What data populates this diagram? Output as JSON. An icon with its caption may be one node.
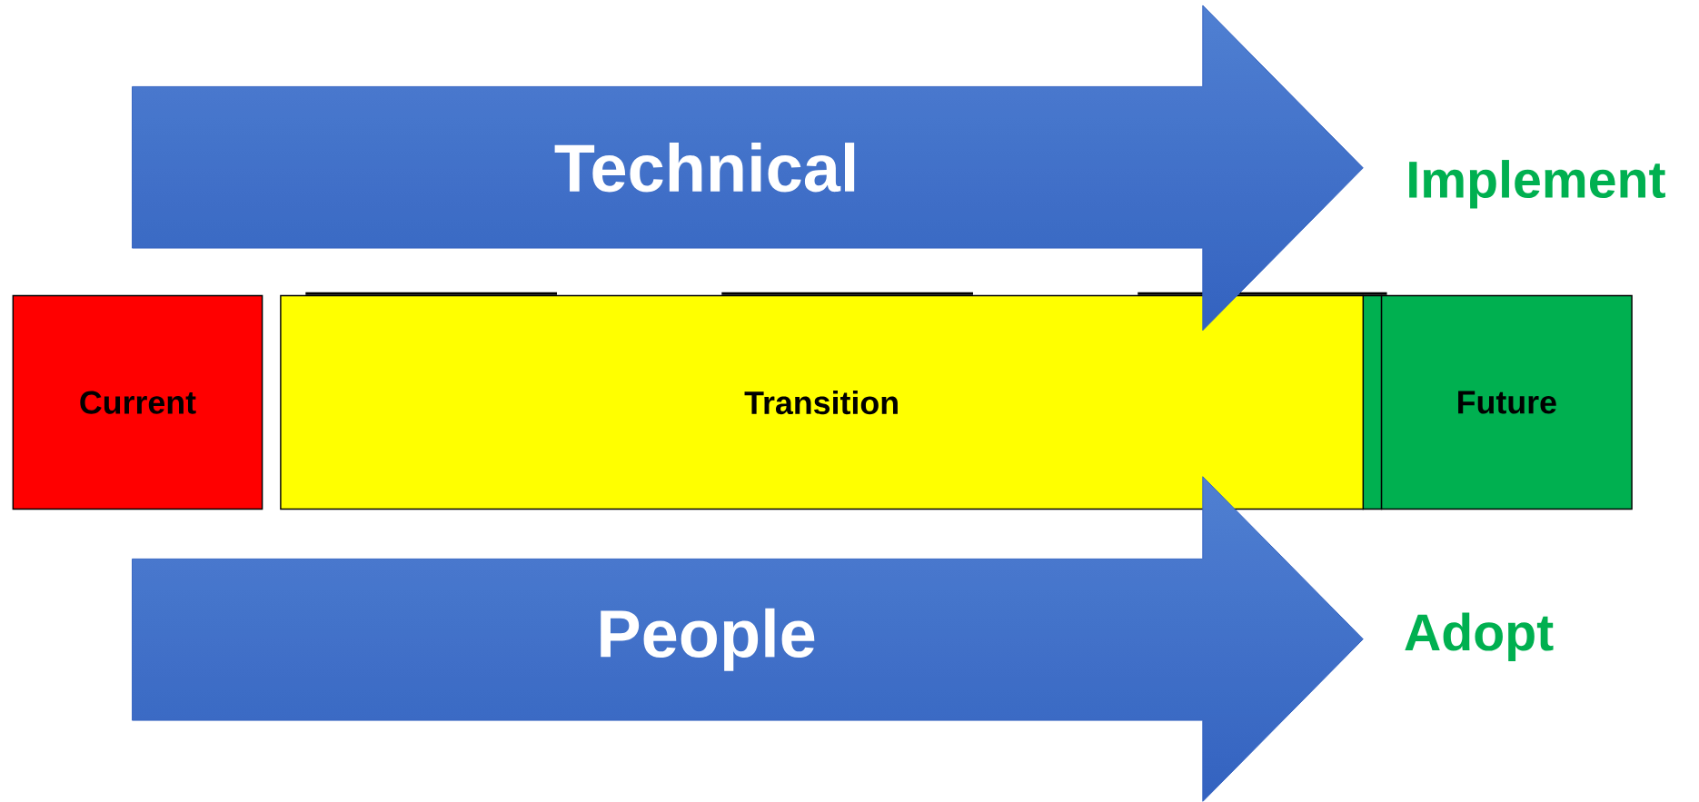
{
  "diagram": {
    "nodes": [
      {
        "text": [
          "Technical"
        ]
      },
      {
        "text": [
          "Current"
        ]
      },
      {
        "text": [
          "Transition"
        ]
      },
      {
        "text": [
          "Future"
        ]
      },
      {
        "text": [
          "People"
        ]
      }
    ],
    "labels": [
      "Implement",
      "Adopt"
    ]
  }
}
